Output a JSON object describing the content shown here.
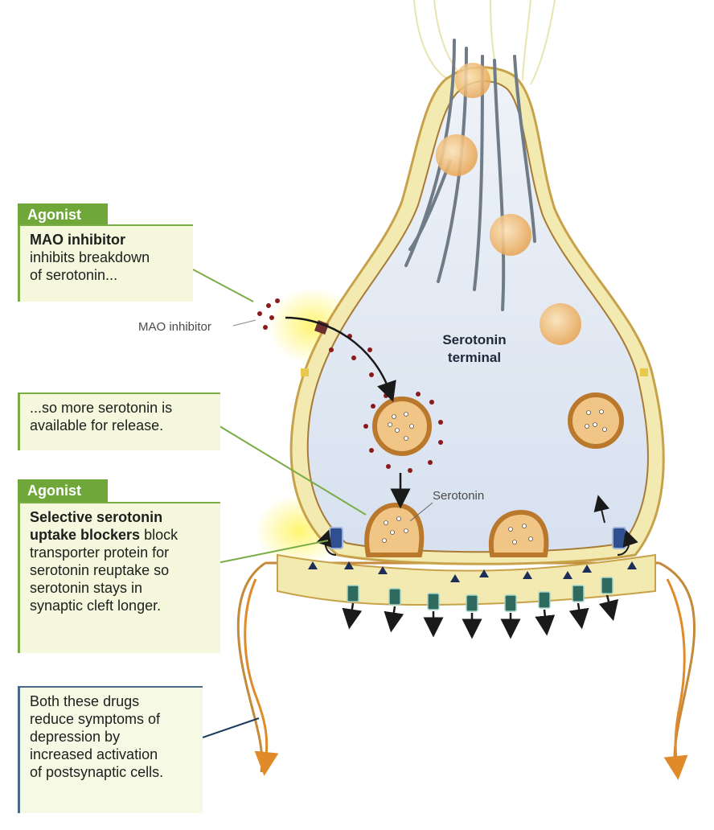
{
  "panels": {
    "mao": {
      "tag": "Agonist",
      "title": "MAO inhibitor",
      "body_line1": "inhibits breakdown",
      "body_line2": "of serotonin..."
    },
    "release": {
      "line1": "...so more serotonin is",
      "line2": "available for release."
    },
    "ssri": {
      "tag": "Agonist",
      "title_line1": "Selective serotonin",
      "title_line2": "uptake blockers",
      "body_inline": " block",
      "body_line3": "transporter protein for",
      "body_line4": "serotonin reuptake so",
      "body_line5": "serotonin stays in",
      "body_line6": "synaptic cleft longer."
    },
    "both": {
      "line1": "Both these drugs",
      "line2": "reduce symptoms of",
      "line3": "depression by",
      "line4": "increased activation",
      "line5": "of postsynaptic cells."
    }
  },
  "labels": {
    "mao_inhibitor": "MAO inhibitor",
    "serotonin": "Serotonin",
    "terminal_line1": "Serotonin",
    "terminal_line2": "terminal"
  },
  "colors": {
    "agonist_tag": "#6fa738",
    "panel_bg": "#f5f8dc",
    "membrane": "#c8a24a",
    "membrane_fill": "#f2eab0",
    "cytoplasm": "#dde6f2",
    "vesicle": "#e8a85a",
    "mao_dots": "#8b1a1a",
    "arrow_orange": "#e08a2a"
  }
}
